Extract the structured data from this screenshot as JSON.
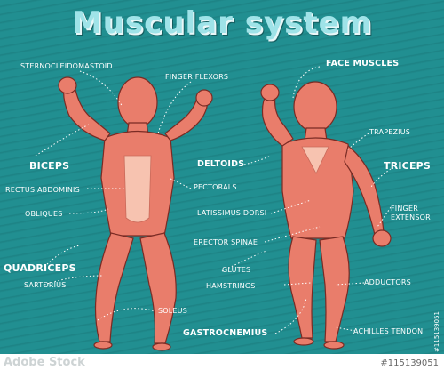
{
  "title": "Muscular system",
  "labels": {
    "sternocleidomastoid": "STERNOCLEIDOMASTOID",
    "finger_flexors": "FINGER FLEXORS",
    "face_muscles": "FACE MUSCLES",
    "trapezius": "TRAPEZIUS",
    "biceps": "BICEPS",
    "deltoids": "DELTOIDS",
    "triceps": "TRICEPS",
    "rectus_abdominis": "RECTUS ABDOMINIS",
    "pectorals": "PECTORALS",
    "finger_extensor_1": "FINGER",
    "finger_extensor_2": "EXTENSOR",
    "obliques": "OBLIQUES",
    "latissimus_dorsi": "LATISSIMUS DORSI",
    "erector_spinae": "ERECTOR SPINAE",
    "quadriceps": "QUADRICEPS",
    "glutes": "GLUTES",
    "hamstrings": "HAMSTRINGS",
    "adductors": "ADDUCTORS",
    "sartorius": "SARTORIUS",
    "soleus": "SOLEUS",
    "gastrocnemius": "GASTROCNEMIUS",
    "achilles_tendon": "ACHILLES TENDON"
  },
  "watermark": "Adobe Stock",
  "stock_id": "#115139051",
  "colors": {
    "background": "#1f8a8c",
    "muscle": "#e97d6b",
    "muscle_light": "#f7c3b0",
    "outline": "#7a2b24"
  }
}
